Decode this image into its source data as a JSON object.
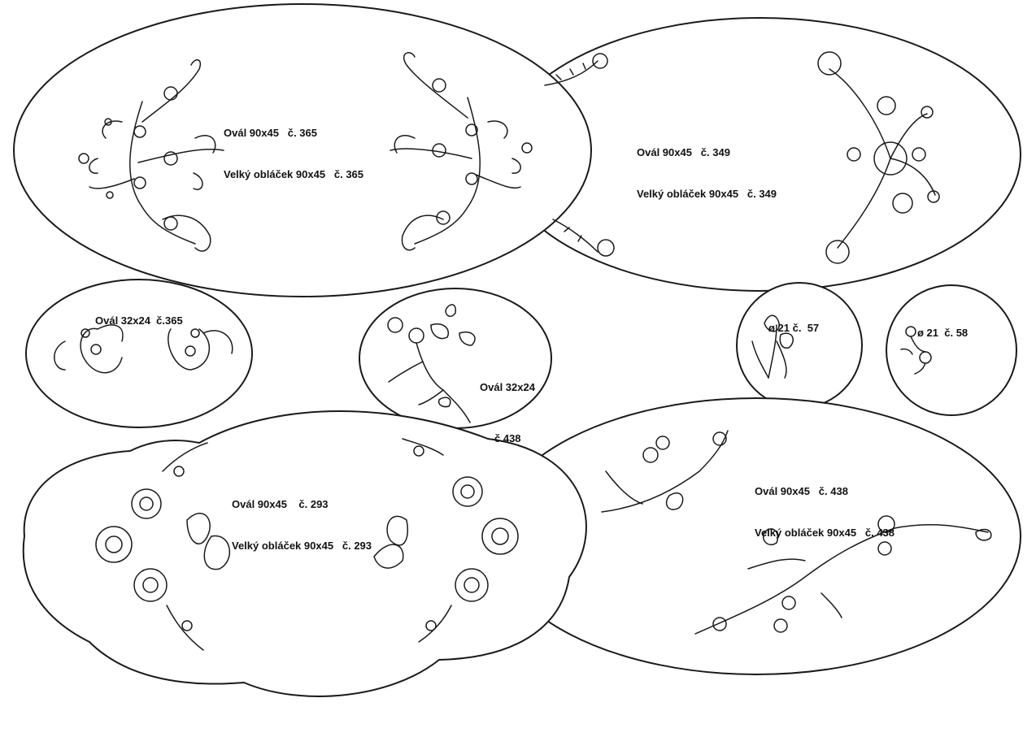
{
  "sheet": {
    "stroke_color": "#1a1a1a",
    "background_color": "#ffffff"
  },
  "patterns": [
    {
      "id": "oval-365-large",
      "lines": [
        "Ovál 90x45   č. 365",
        "Velký obláček 90x45   č. 365"
      ]
    },
    {
      "id": "oval-349",
      "lines": [
        "Ovál 90x45   č. 349",
        "Velký obláček 90x45   č. 349"
      ]
    },
    {
      "id": "oval-365-small",
      "lines": [
        "Ovál 32x24  č.365"
      ]
    },
    {
      "id": "oval-438-small",
      "lines": [
        "Ovál 32x24",
        "č.438"
      ]
    },
    {
      "id": "circle-57",
      "lines": [
        "ø 21 č.  57"
      ]
    },
    {
      "id": "circle-58",
      "lines": [
        "ø 21  č. 58"
      ]
    },
    {
      "id": "cloud-293",
      "lines": [
        "Ovál 90x45    č. 293",
        "Velký obláček 90x45   č. 293"
      ]
    },
    {
      "id": "oval-438-large",
      "lines": [
        "Ovál 90x45   č. 438",
        "Velký obláček 90x45   č. 438"
      ]
    }
  ]
}
